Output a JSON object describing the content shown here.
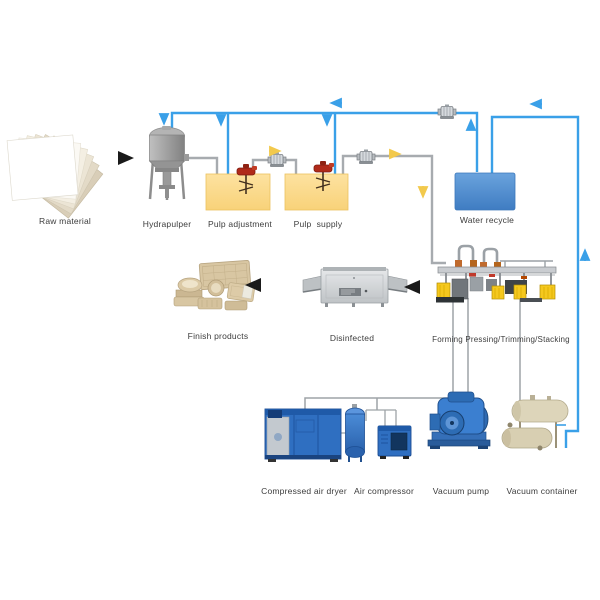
{
  "diagram": {
    "stations": {
      "raw_material": {
        "label": "Raw material",
        "illustration": "fanned-paper-sheets"
      },
      "hydrapulper": {
        "label": "Hydrapulper",
        "illustration": "gray-mixing-tank-icon"
      },
      "pulp_adjustment": {
        "label": "Pulp adjustment",
        "illustration": "yellow-tank-with-agitator-icon"
      },
      "pulp_supply": {
        "label": "Pulp  supply",
        "illustration": "yellow-tank-with-agitator-icon"
      },
      "water_recycle": {
        "label": "Water recycle",
        "illustration": "blue-water-tank-icon"
      },
      "forming": {
        "label": "Forming Pressing/Trimming/Stacking",
        "illustration": "forming-machine-with-safety-fence"
      },
      "disinfected": {
        "label": "Disinfected",
        "illustration": "steel-tunnel-sterilizer-icon"
      },
      "finish_products": {
        "label": "Finish products",
        "illustration": "molded-pulp-trays"
      },
      "compressed_air_dryer": {
        "label": "Compressed air dryer",
        "illustration": "blue-cabinet-machine-icon"
      },
      "air_compressor": {
        "label": "Air compressor",
        "illustration": "blue-box-with-receiver-tank-icon"
      },
      "vacuum_pump": {
        "label": "Vacuum pump",
        "illustration": "blue-roots-pump-icon"
      },
      "vacuum_container": {
        "label": "Vacuum container",
        "illustration": "beige-horizontal-tanks-icon"
      }
    },
    "colors": {
      "water_pipe": "#3aa0e8",
      "pulp_pipe": "#a7abaf",
      "air_line": "#9ea3a7",
      "flow_arrow_yellow": "#f2c94c",
      "flow_arrow_black": "#1a1a1a",
      "tank_yellow": "#fbd983",
      "water_tank_blue": "#4a88c9",
      "equipment_blue": "#2f6fc1",
      "machine_steel": "#c5c9cd",
      "safety_fence_yellow": "#f5c81e",
      "agitator_red": "#b02a1a",
      "product_tan": "#d8c6a2"
    },
    "flows": {
      "water_loop": "vacuum container -> water recycle -> pump -> hydrapulper / pulp adjustment / pulp supply",
      "pulp_line": "hydrapulper -> pulp adjustment -> pulp supply -> forming machine",
      "product_line": "forming -> disinfected -> finish products",
      "air_vacuum": "compressed air dryer / air compressor / vacuum pump / vacuum container -> forming machine"
    }
  }
}
